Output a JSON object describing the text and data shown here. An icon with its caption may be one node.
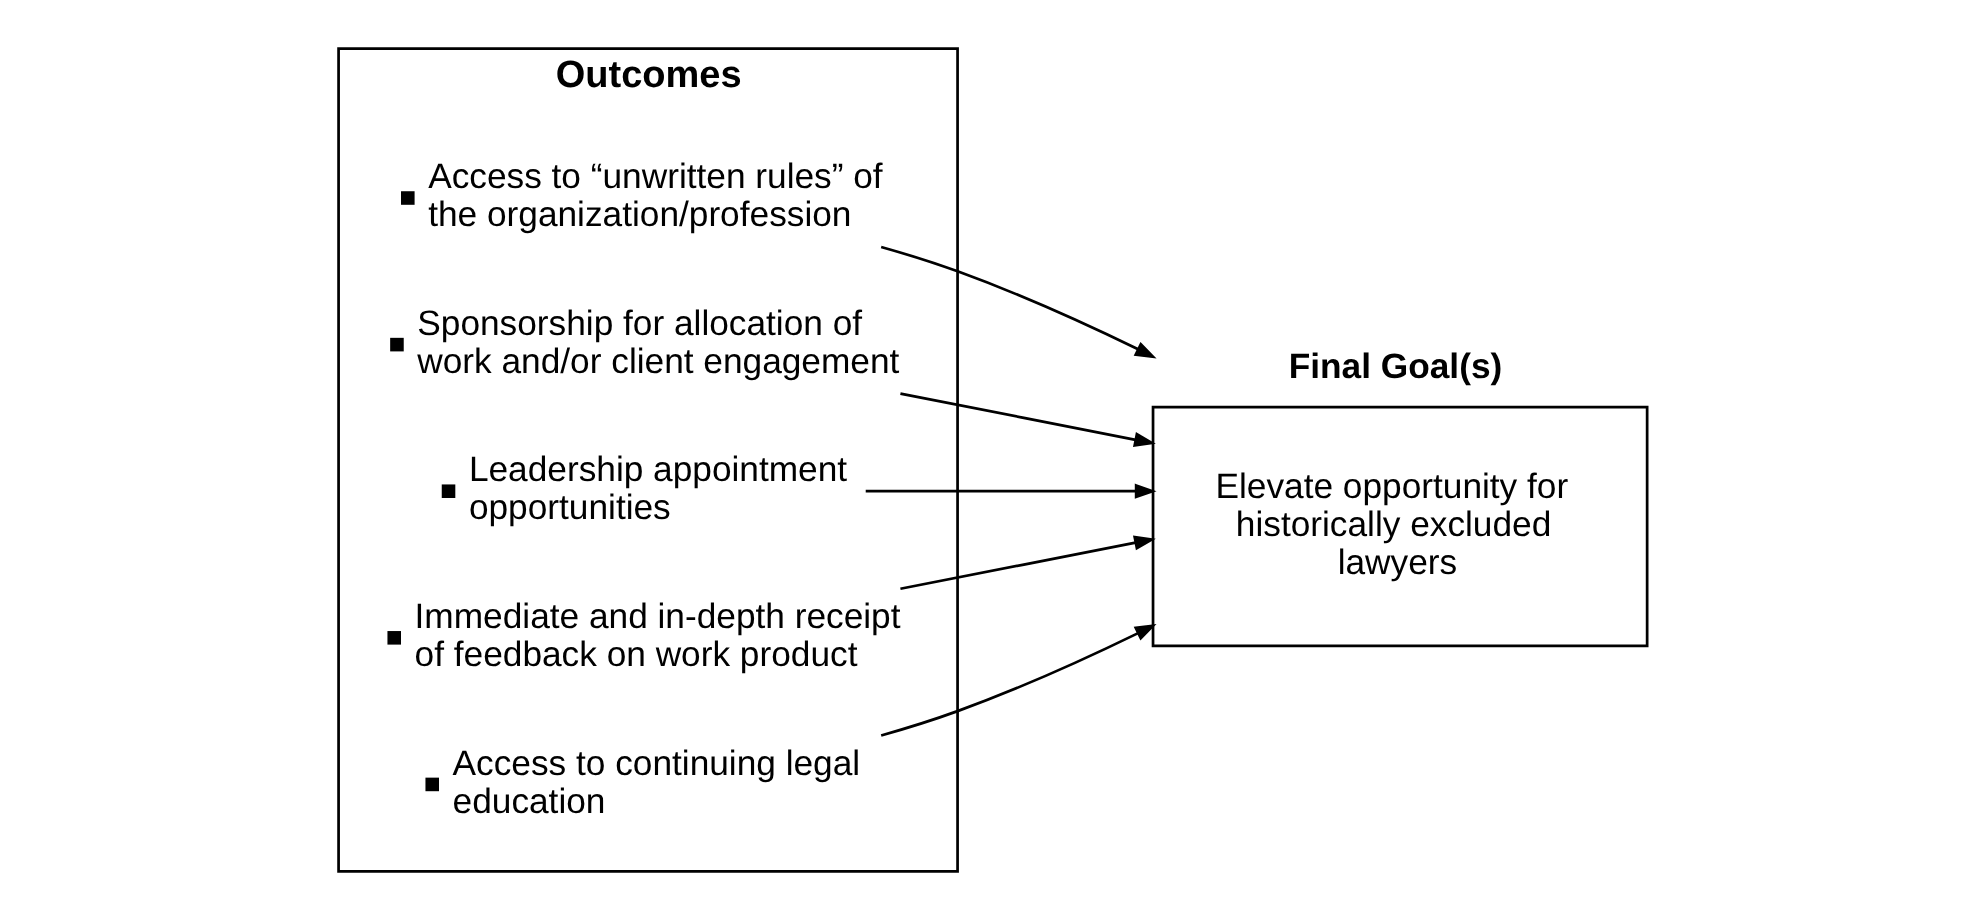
{
  "diagram": {
    "nodes": [
      {
        "text": [
          "Outcomes"
        ]
      },
      {
        "text": [
          "Access to “unwritten rules” of the organization/profession"
        ],
        "in": 0
      },
      {
        "text": [
          "Sponsorship for allocation of work and/or client engagement"
        ],
        "in": 0
      },
      {
        "text": [
          "Leadership appointment opportunities"
        ],
        "in": 0
      },
      {
        "text": [
          "Immediate and in-depth receipt of feedback on work product"
        ],
        "in": 0
      },
      {
        "text": [
          "Access to continuing legal education"
        ],
        "in": 0
      },
      {
        "text": [
          "Final Goal(s)",
          "Elevate opportunity for historically excluded lawyers"
        ]
      }
    ],
    "edges": [
      {
        "from": 1,
        "to": 6,
        "arrow": "to"
      },
      {
        "from": 2,
        "to": 6,
        "arrow": "to"
      },
      {
        "from": 3,
        "to": 6,
        "arrow": "to"
      },
      {
        "from": 4,
        "to": 6,
        "arrow": "to"
      },
      {
        "from": 5,
        "to": 6,
        "arrow": "to"
      }
    ]
  }
}
